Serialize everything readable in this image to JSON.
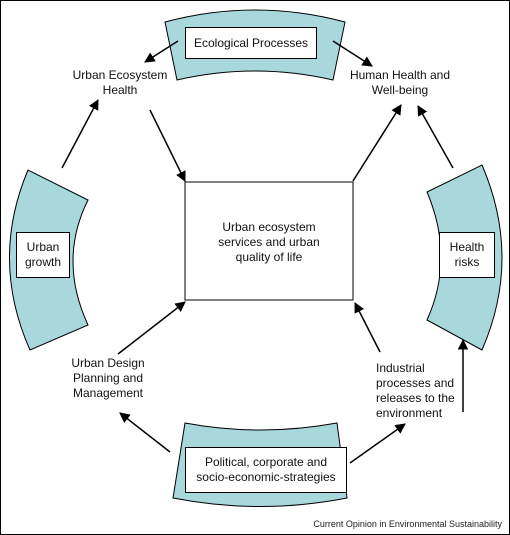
{
  "colors": {
    "band_fill": "#a8d8dc",
    "stroke": "#000000",
    "background": "#ffffff"
  },
  "bands": {
    "top": "Ecological Processes",
    "left": "Urban\ngrowth",
    "right": "Health\nrisks",
    "bottom": "Political, corporate and\nsocio-economic-strategies"
  },
  "nodes": {
    "urban_ecosystem_health": "Urban Ecosystem\nHealth",
    "human_health": "Human Health and\nWell-being",
    "urban_design": "Urban Design\nPlanning and\nManagement",
    "industrial": "Industrial\nprocesses and\nreleases to the\nenvironment"
  },
  "center_box": "Urban ecosystem\nservices and urban\nquality of life",
  "credit": "Current Opinion in Environmental Sustainability"
}
